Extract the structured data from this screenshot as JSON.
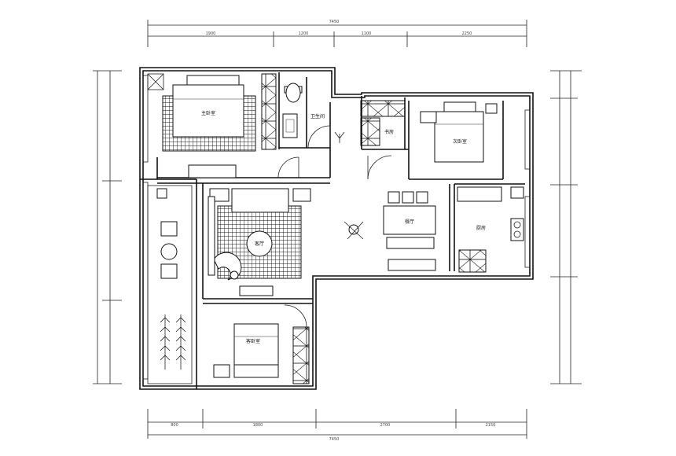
{
  "rooms": {
    "master_bedroom": "主卧室",
    "bathroom": "卫生间",
    "study": "书房",
    "second_bedroom": "次卧室",
    "living_room": "客厅",
    "dining_room": "餐厅",
    "kitchen": "厨房",
    "guest_bedroom": "客卧室"
  },
  "dimensions": {
    "top_total": "7450",
    "top_segments": [
      "1900",
      "1200",
      "1100",
      "2250"
    ],
    "bottom_total": "7450",
    "bottom_segments": [
      "800",
      "1800",
      "2700",
      "2150"
    ]
  },
  "icons": [
    "bed-icon",
    "toilet-icon",
    "washbasin-icon",
    "plant-icon",
    "dining-table-icon",
    "stove-icon",
    "sofa-icon",
    "armchair-icon",
    "coffee-table-icon",
    "wardrobe-icon",
    "door-swing-icon"
  ]
}
